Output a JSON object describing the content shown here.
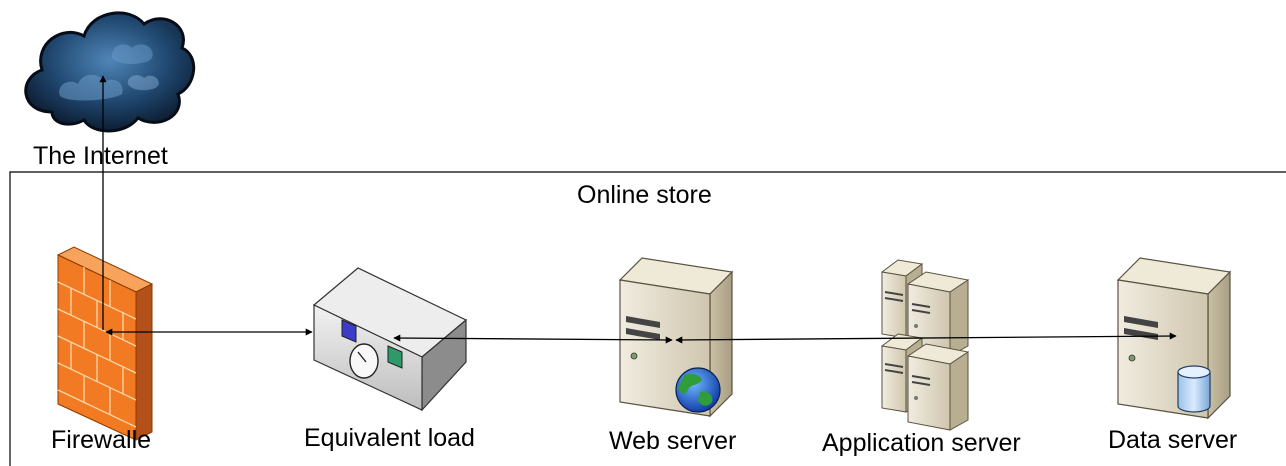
{
  "diagram": {
    "internet_label": "The Internet",
    "container_label": "Online store",
    "nodes": {
      "firewall": "Firewalle",
      "load": "Equivalent load",
      "web": "Web server",
      "app": "Application server",
      "data": "Data server"
    }
  }
}
